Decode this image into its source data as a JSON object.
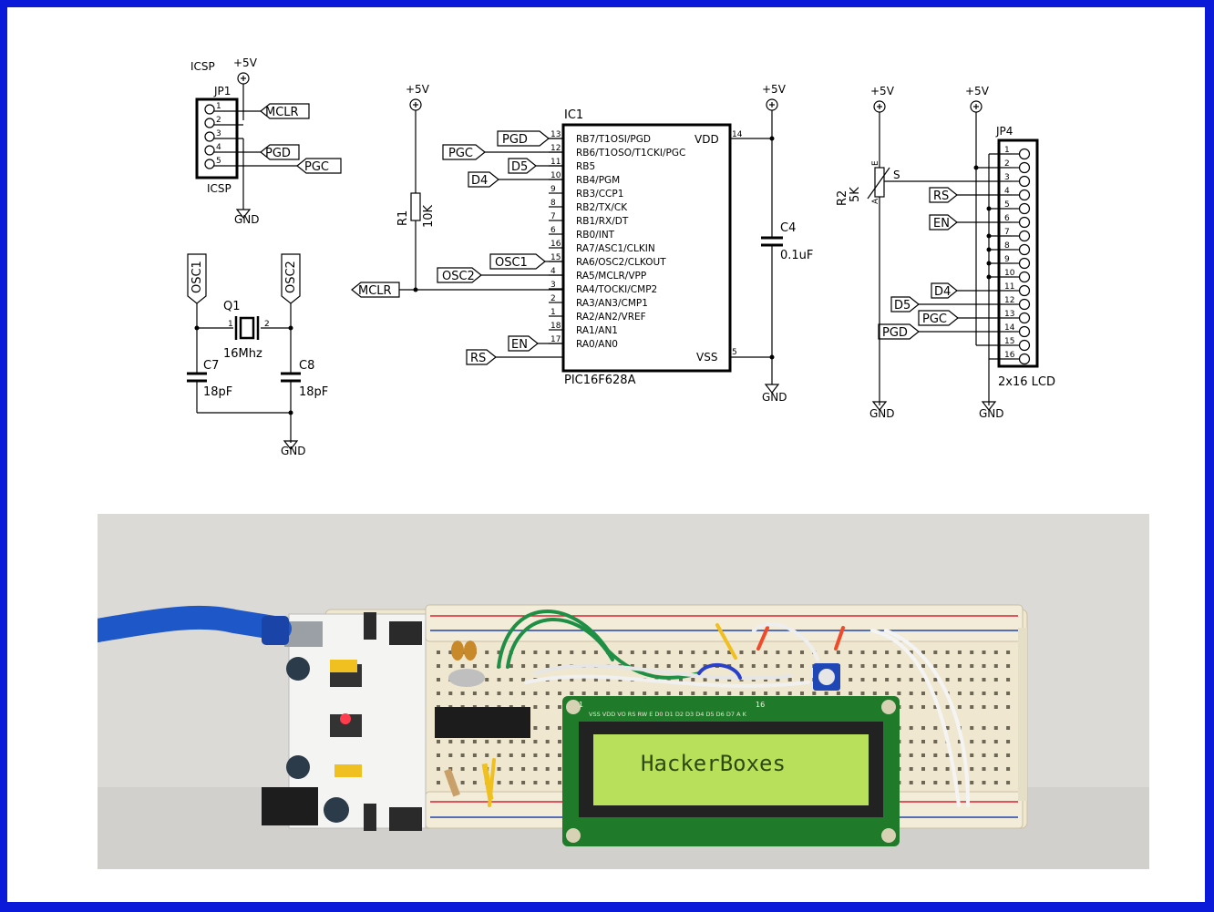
{
  "schematic": {
    "icsp": {
      "title_top": "ICSP",
      "title_bottom": "ICSP",
      "connector": "JP1",
      "supply": "+5V",
      "ground": "GND",
      "pins": [
        "1",
        "2",
        "3",
        "4",
        "5"
      ],
      "nets": [
        "MCLR",
        "PGD",
        "PGC"
      ]
    },
    "crystal": {
      "net_left": "OSC1",
      "net_right": "OSC2",
      "ref": "Q1",
      "freq": "16Mhz",
      "pin1": "1",
      "pin2": "2",
      "cap_left_ref": "C7",
      "cap_left_val": "18pF",
      "cap_right_ref": "C8",
      "cap_right_val": "18pF",
      "ground": "GND"
    },
    "mcu": {
      "ref": "IC1",
      "part": "PIC16F628A",
      "supply": "+5V",
      "ground": "GND",
      "resistor_ref": "R1",
      "resistor_val": "10K",
      "cap_ref": "C4",
      "cap_val": "0.1uF",
      "vdd": "VDD",
      "vdd_pin": "14",
      "vss": "VSS",
      "vss_pin": "5",
      "left_pins": [
        {
          "num": "13",
          "name": "RB7/T1OSI/PGD",
          "net": "PGD"
        },
        {
          "num": "12",
          "name": "RB6/T1OSO/T1CKI/PGC",
          "net": "PGC"
        },
        {
          "num": "11",
          "name": "RB5",
          "net": "D5"
        },
        {
          "num": "10",
          "name": "RB4/PGM",
          "net": "D4"
        },
        {
          "num": "9",
          "name": "RB3/CCP1",
          "net": ""
        },
        {
          "num": "8",
          "name": "RB2/TX/CK",
          "net": ""
        },
        {
          "num": "7",
          "name": "RB1/RX/DT",
          "net": ""
        },
        {
          "num": "6",
          "name": "RB0/INT",
          "net": ""
        },
        {
          "num": "16",
          "name": "RA7/ASC1/CLKIN",
          "net": "OSC1"
        },
        {
          "num": "15",
          "name": "RA6/OSC2/CLKOUT",
          "net": "OSC2"
        },
        {
          "num": "4",
          "name": "RA5/MCLR/VPP",
          "net": "MCLR"
        },
        {
          "num": "3",
          "name": "RA4/TOCKI/CMP2",
          "net": ""
        },
        {
          "num": "2",
          "name": "RA3/AN3/CMP1",
          "net": ""
        },
        {
          "num": "1",
          "name": "RA2/AN2/VREF",
          "net": ""
        },
        {
          "num": "18",
          "name": "RA1/AN1",
          "net": "EN"
        },
        {
          "num": "17",
          "name": "RA0/AN0",
          "net": "RS"
        }
      ]
    },
    "lcd": {
      "connector": "JP4",
      "part": "2x16 LCD",
      "supply_left": "+5V",
      "supply_right": "+5V",
      "ground_left": "GND",
      "ground_right": "GND",
      "pot_ref": "R2",
      "pot_val": "5K",
      "pot_e": "E",
      "pot_a": "A",
      "pot_s": "S",
      "pins": [
        "1",
        "2",
        "3",
        "4",
        "5",
        "6",
        "7",
        "8",
        "9",
        "10",
        "11",
        "12",
        "13",
        "14",
        "15",
        "16"
      ],
      "nets": [
        "RS",
        "EN",
        "D4",
        "D5",
        "PGC",
        "PGD"
      ]
    }
  },
  "photo": {
    "lcd_text": "HackerBoxes",
    "lcd_header": "VSS VDD VO RS RW E D0 D1 D2 D3 D4 D5 D6 D7 A K",
    "lcd_pin_first": "1",
    "lcd_pin_last": "16",
    "colors": {
      "breadboard": "#efe7cf",
      "lcd_pcb": "#1f7a2a",
      "lcd_screen": "#b8e05a",
      "usb_cable": "#1e57c8"
    }
  }
}
